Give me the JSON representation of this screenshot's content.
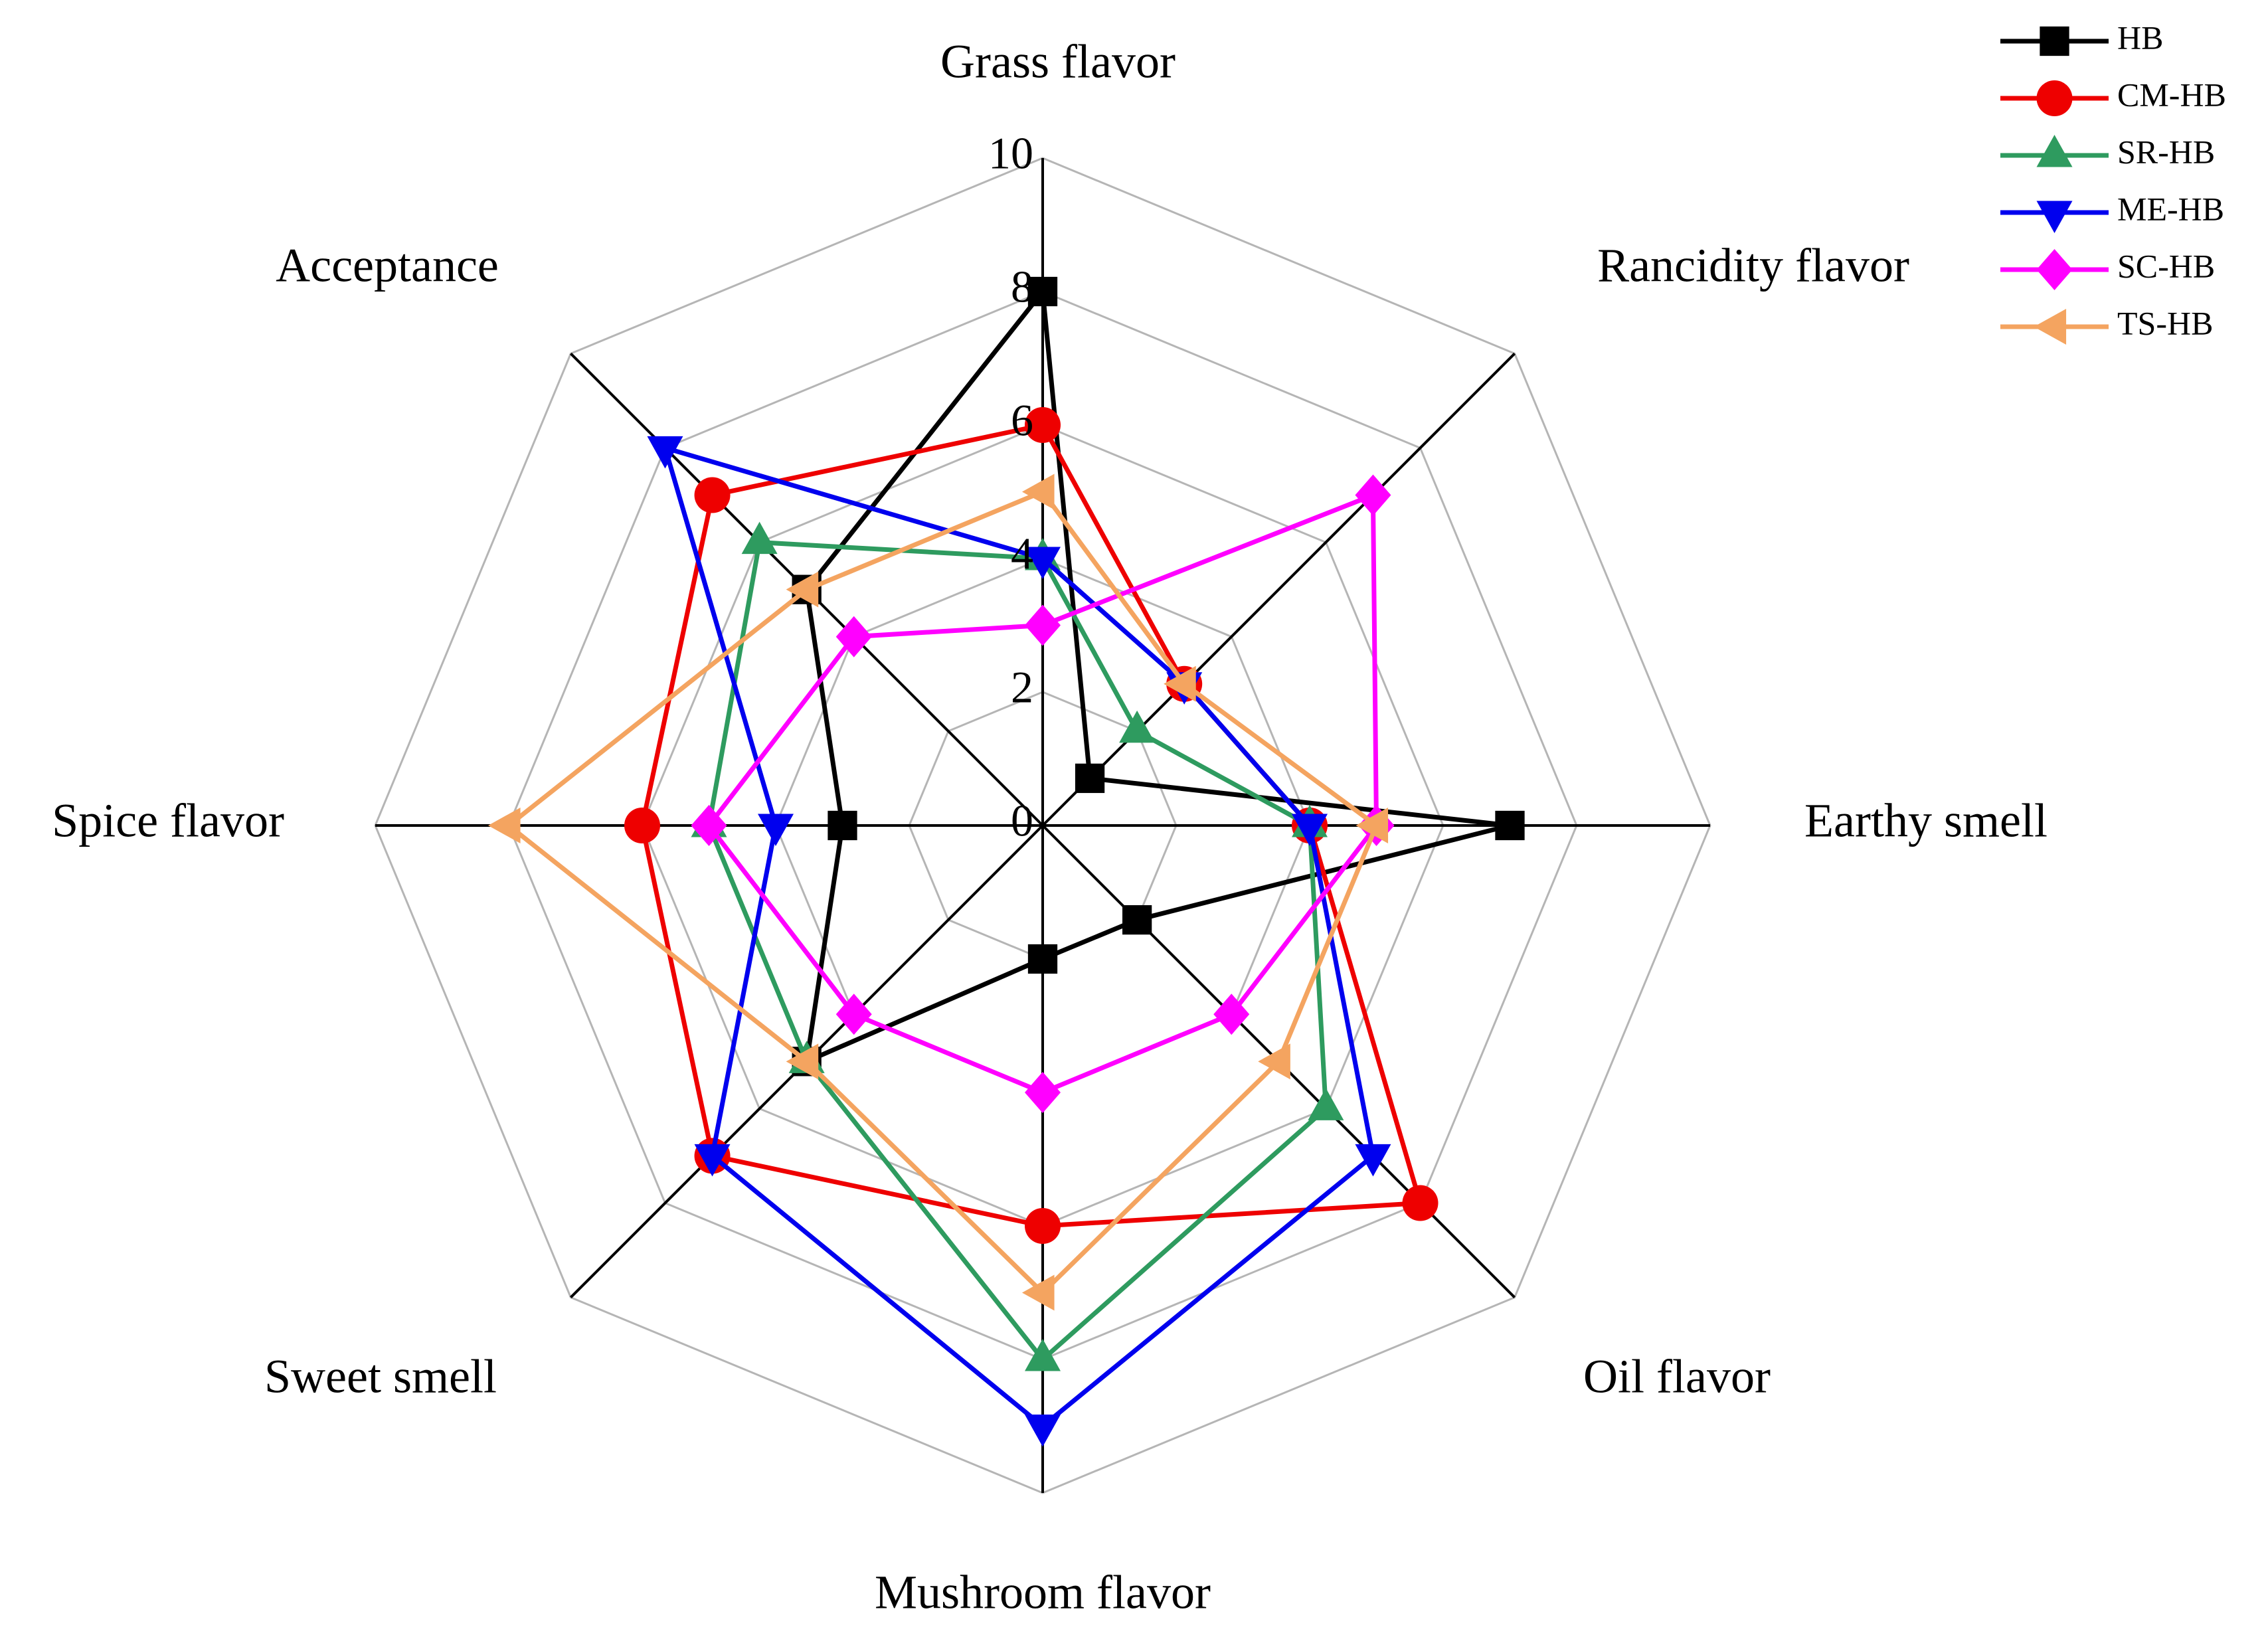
{
  "chart_data": {
    "type": "radar",
    "axes": [
      "Grass flavor",
      "Rancidity flavor",
      "Earthy smell",
      "Oil flavor",
      "Mushroom flavor",
      "Sweet smell",
      "Spice flavor",
      "Acceptance"
    ],
    "rlim": [
      0,
      10
    ],
    "ticks": [
      "0",
      "2",
      "4",
      "6",
      "8",
      "10"
    ],
    "tick_values": [
      0,
      2,
      4,
      6,
      8,
      10
    ],
    "grid": true,
    "legend_position": "top-right",
    "series": [
      {
        "name": "HB",
        "color": "#000000",
        "marker": "square",
        "values": [
          8,
          1,
          7,
          2,
          2,
          5,
          3,
          5
        ]
      },
      {
        "name": "CM-HB",
        "color": "#ee0000",
        "marker": "circle",
        "values": [
          6,
          3,
          4,
          8,
          6,
          7,
          6,
          7
        ]
      },
      {
        "name": "SR-HB",
        "color": "#2e9b5f",
        "marker": "triangle-up",
        "values": [
          4,
          2,
          4,
          6,
          8,
          5,
          5,
          6
        ]
      },
      {
        "name": "ME-HB",
        "color": "#0000ee",
        "marker": "triangle-down",
        "values": [
          4,
          3,
          4,
          7,
          9,
          7,
          4,
          8
        ]
      },
      {
        "name": "SC-HB",
        "color": "#ff00ff",
        "marker": "diamond",
        "values": [
          3,
          7,
          5,
          4,
          4,
          4,
          5,
          4
        ]
      },
      {
        "name": "TS-HB",
        "color": "#f4a460",
        "marker": "triangle-left",
        "values": [
          5,
          3,
          5,
          5,
          7,
          5,
          8,
          5
        ]
      }
    ]
  }
}
